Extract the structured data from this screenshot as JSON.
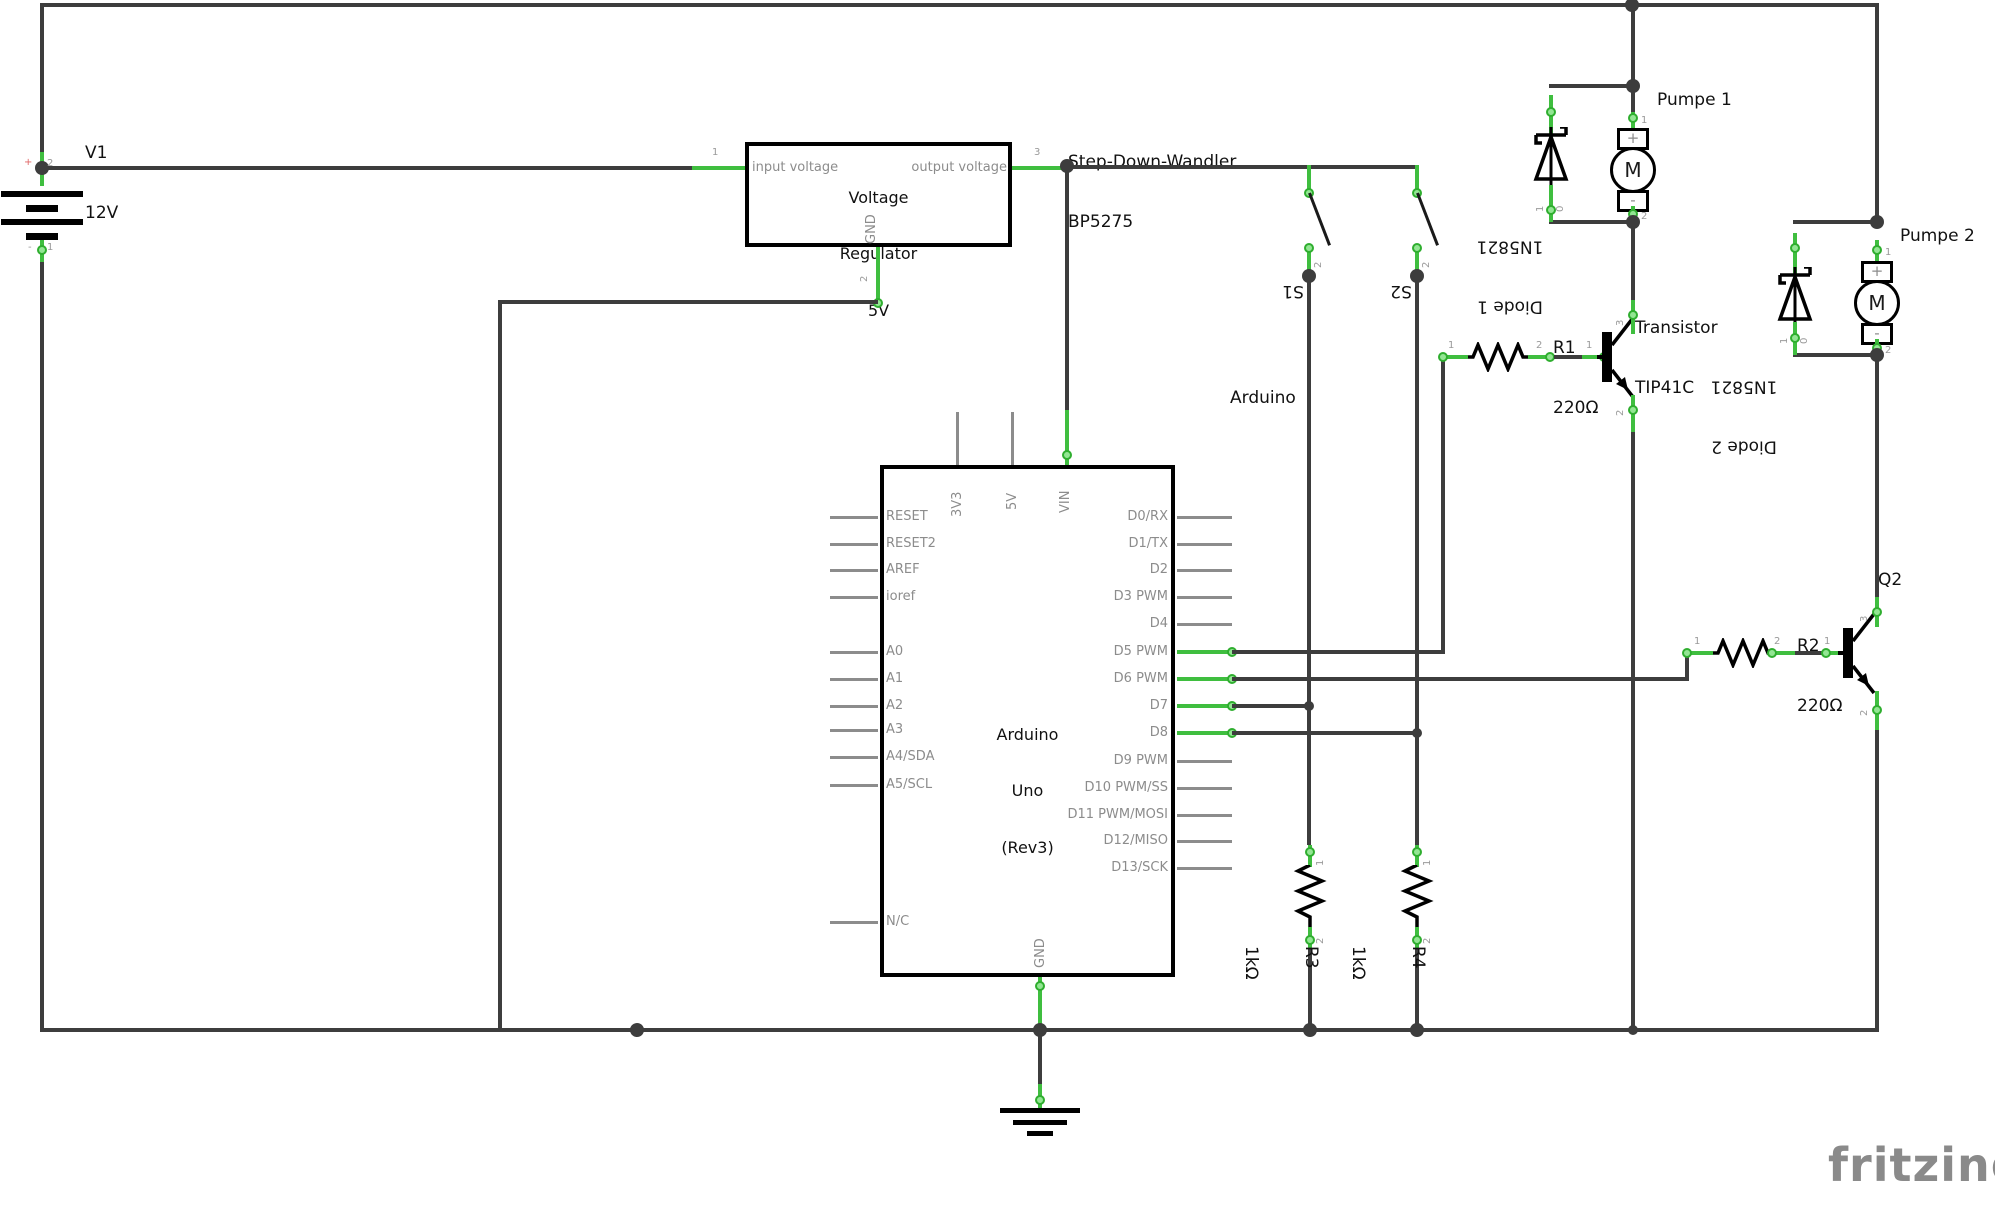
{
  "logo": "fritzing",
  "colors": {
    "wire": "#3d3d3d",
    "green": "#3fbe3f",
    "green_light": "#93e693",
    "gray": "#8c8c8c",
    "black": "#111111",
    "plus_red": "#e06666"
  },
  "battery": {
    "name": "V1",
    "voltage": "12V",
    "plus": "+",
    "minus": "-"
  },
  "regulator": {
    "heading1": "Step-Down-Wandler",
    "heading2": "BP5275",
    "title1": "Voltage",
    "title2": "Regulator",
    "title3": "5V",
    "pin_in": "input voltage",
    "pin_out": "output voltage",
    "pin_gnd": "GND"
  },
  "switches": {
    "s1": "S1",
    "s2": "S2"
  },
  "arduino": {
    "heading": "Arduino",
    "title1": "Arduino",
    "title2": "Uno",
    "title3": "(Rev3)",
    "left_pins": [
      "RESET",
      "RESET2",
      "AREF",
      "ioref",
      "A0",
      "A1",
      "A2",
      "A3",
      "A4/SDA",
      "A5/SCL",
      "N/C"
    ],
    "right_pins": [
      "D0/RX",
      "D1/TX",
      "D2",
      "D3 PWM",
      "D4",
      "D5 PWM",
      "D6 PWM",
      "D7",
      "D8",
      "D9 PWM",
      "D10 PWM/SS",
      "D11 PWM/MOSI",
      "D12/MISO",
      "D13/SCK"
    ],
    "top_pins": [
      "3V3",
      "5V",
      "VIN"
    ],
    "bottom_pin": "GND"
  },
  "resistors": {
    "r1": {
      "name": "R1",
      "value": "220Ω"
    },
    "r2": {
      "name": "R2",
      "value": "220Ω"
    },
    "r3": {
      "name": "R3",
      "value": "1kΩ"
    },
    "r4": {
      "name": "R4",
      "value": "1kΩ"
    }
  },
  "transistors": {
    "q1_line1": "Transistor",
    "q1_line2": "TIP41C",
    "q2": "Q2"
  },
  "diodes": {
    "d1_name": "Diode 1",
    "d1_part": "1N5821",
    "d2_name": "Diode 2",
    "d2_part": "1N5821"
  },
  "pumps": {
    "p1": "Pumpe 1",
    "p2": "Pumpe 2",
    "motor": "M",
    "plus": "+",
    "minus": "-"
  },
  "pin_numbers": {
    "p0": "0",
    "p1": "1",
    "p2": "2",
    "p3": "3"
  }
}
